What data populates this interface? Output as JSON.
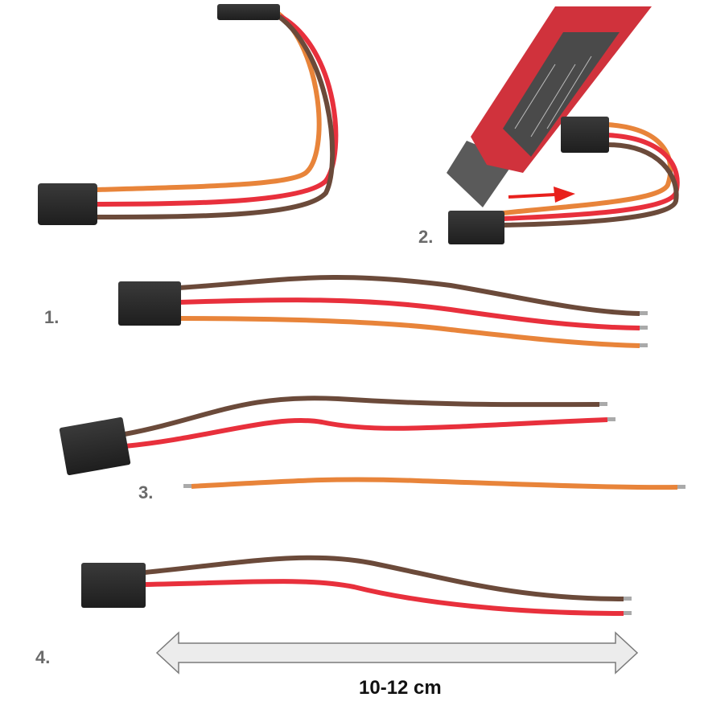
{
  "steps": [
    {
      "label": "1."
    },
    {
      "label": "2."
    },
    {
      "label": "3."
    },
    {
      "label": "4."
    }
  ],
  "dimension": {
    "label": "10-12 cm"
  },
  "colors": {
    "wire_brown": "#6b4a3a",
    "wire_red": "#e8303c",
    "wire_orange": "#e8843a",
    "connector": "#2b2b2b",
    "knife_body": "#d0323c",
    "blade": "#5a5a5a",
    "arrow_red": "#e8201c",
    "dimension_arrow_fill": "#ececec",
    "step_label": "#6a6a6a"
  },
  "icons": [
    "servo-connector-icon",
    "cutter-knife-icon",
    "direction-arrow-icon",
    "double-arrow-icon"
  ]
}
